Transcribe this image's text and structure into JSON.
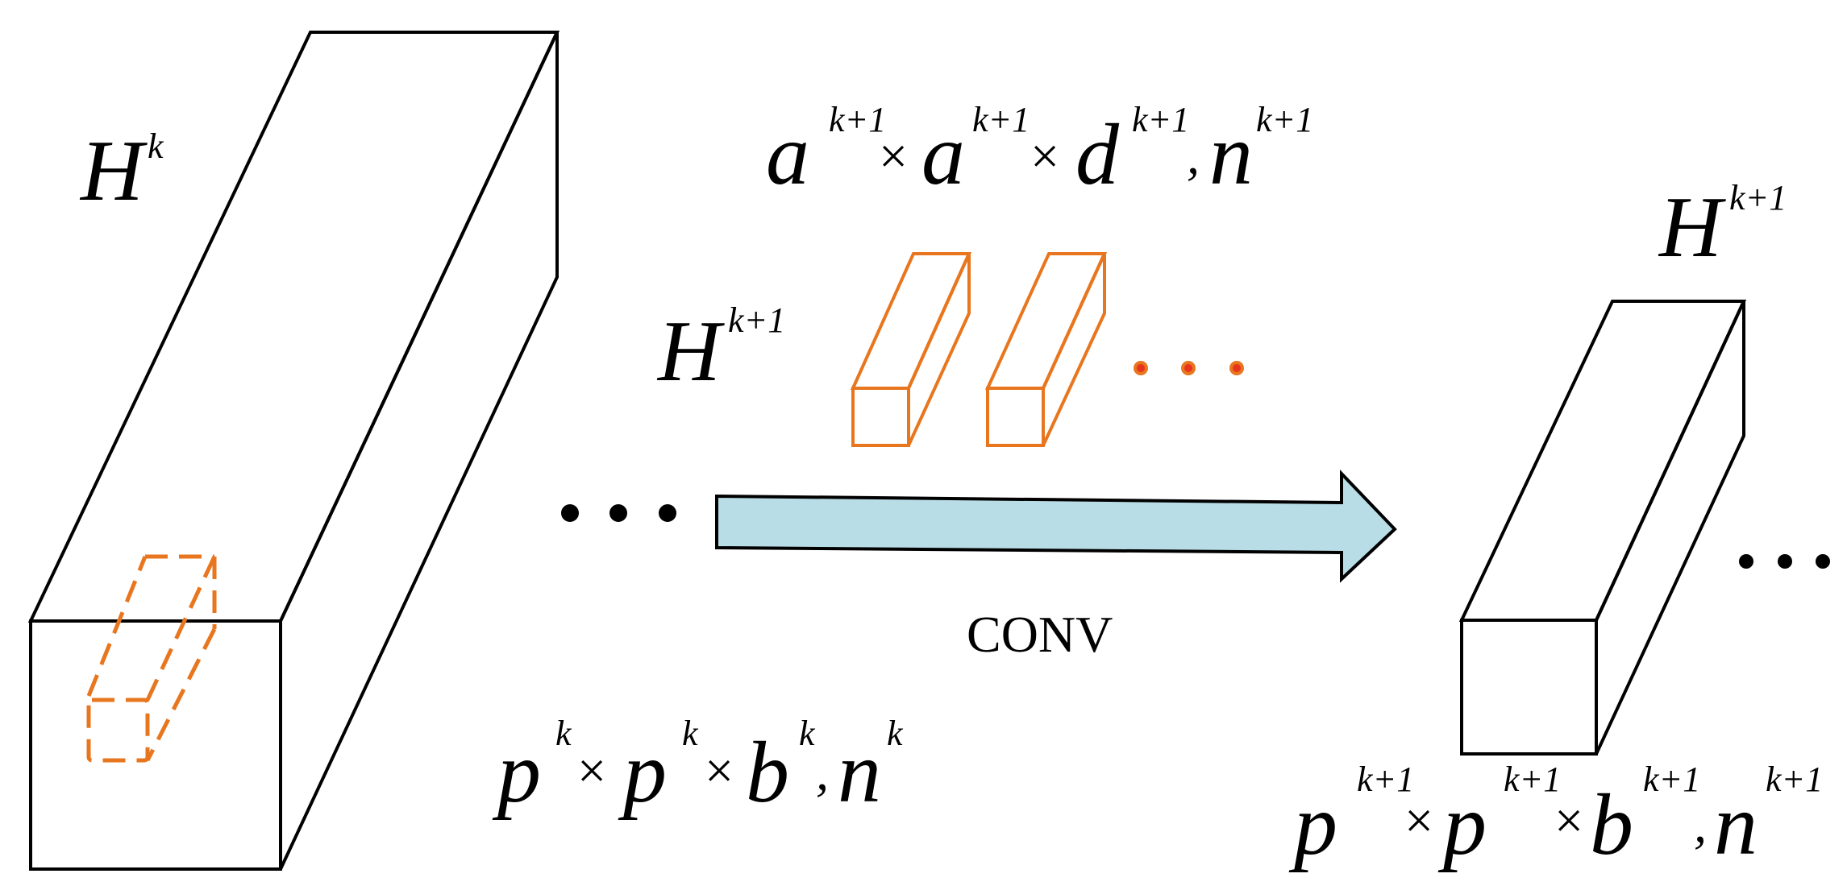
{
  "labels": {
    "input_tensor": {
      "base": "H",
      "sup": "k"
    },
    "kernel_group": {
      "base": "H",
      "sup": "k+1"
    },
    "output_tensor": {
      "base": "H",
      "sup": "k+1"
    },
    "kernel_dims": {
      "a": "a",
      "a_sup": "k+1",
      "times1": "×",
      "a2": "a",
      "a2_sup": "k+1",
      "times2": "×",
      "d": "d",
      "d_sup": "k+1",
      "comma": ",",
      "n": "n",
      "n_sup": "k+1"
    },
    "input_dims": {
      "p": "p",
      "p_sup": "k",
      "times1": "×",
      "p2": "p",
      "p2_sup": "k",
      "times2": "×",
      "b": "b",
      "b_sup": "k",
      "comma": ",",
      "n": "n",
      "n_sup": "k"
    },
    "output_dims": {
      "p": "p",
      "p_sup": "k+1",
      "times1": "×",
      "p2": "p",
      "p2_sup": "k+1",
      "times2": "×",
      "b": "b",
      "b_sup": "k+1",
      "comma": ",",
      "n": "n",
      "n_sup": "k+1"
    },
    "operation": "CONV"
  },
  "colors": {
    "stroke": "#000000",
    "kernel": "#E8761E",
    "dot_fill": "#E8331E",
    "arrow_fill": "#B9DDE6",
    "arrow_stroke": "#000000"
  }
}
